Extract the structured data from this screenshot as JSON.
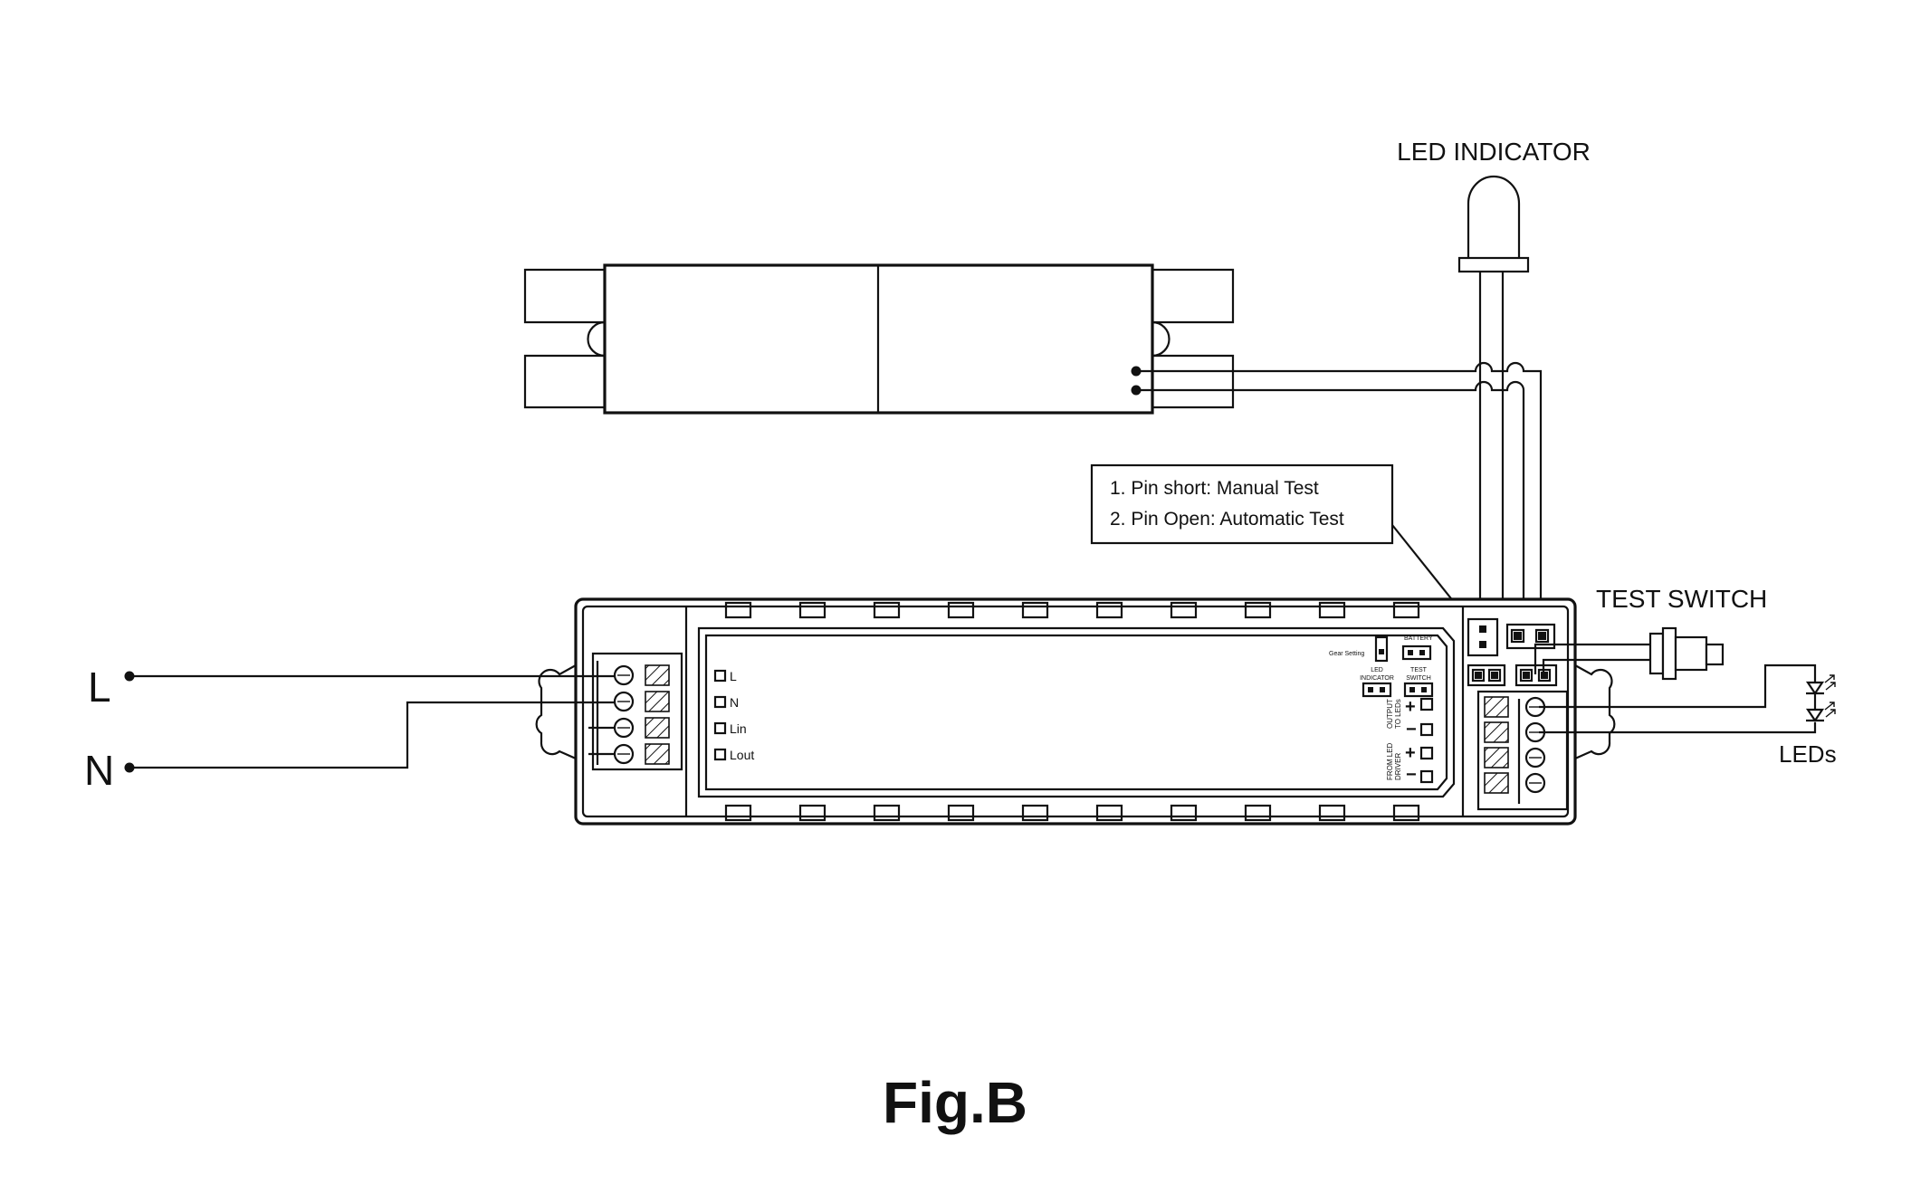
{
  "terminals": {
    "line": "L",
    "neutral": "N"
  },
  "callouts": {
    "led_indicator": "LED INDICATOR",
    "test_switch": "TEST SWITCH",
    "leds": "LEDs"
  },
  "note": {
    "line1": "1. Pin short: Manual Test",
    "line2": "2. Pin Open: Automatic Test"
  },
  "pcb": {
    "gear_setting": "Gear Setting",
    "battery": "BATTERY",
    "led_indicator_top": "LED",
    "led_indicator_bottom": "INDICATOR",
    "test_switch_top": "TEST",
    "test_switch_bottom": "SWITCH",
    "output_top": "OUTPUT",
    "output_bottom": "TO LEDs",
    "from_top": "FROM LED",
    "from_bottom": "DRIVER",
    "plus": "+",
    "minus": "−",
    "terminal_labels": [
      "L",
      "N",
      "Lin",
      "Lout"
    ]
  },
  "caption": "Fig.B"
}
